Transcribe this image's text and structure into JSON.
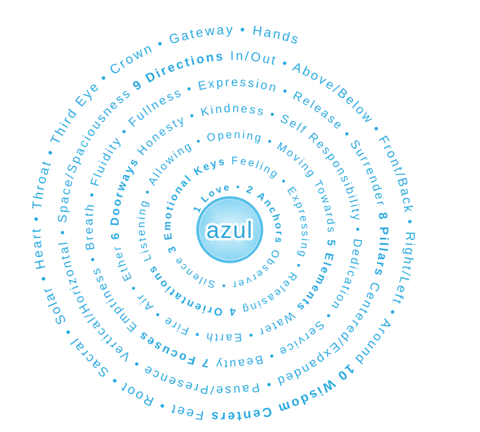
{
  "center": {
    "logo_text": "azul"
  },
  "colors": {
    "text_blue": "#29a9e0",
    "logo_blue": "#2ea6da",
    "mandala_ring": "#5bc6ee",
    "mandala_edge": "#39b3e6",
    "mandala_fill_inner": "#ffffff",
    "mandala_fill_mid": "#e9f7fd",
    "mandala_fill_outer": "#c2e9f9"
  },
  "spiral": {
    "bullet": "•",
    "segments": [
      {
        "text": "1 Love",
        "bold": true
      },
      {
        "text": " • ",
        "bold": false
      },
      {
        "text": "2 Anchors",
        "bold": true
      },
      {
        "text": " Observer • Silence ",
        "bold": false
      },
      {
        "text": "3 Emotional Keys",
        "bold": true
      },
      {
        "text": " Feeling • Expressing • Releasing ",
        "bold": false
      },
      {
        "text": "4 Orientations",
        "bold": true
      },
      {
        "text": " Listening • Allowing • Opening • Moving Towards ",
        "bold": false
      },
      {
        "text": "5 Elements",
        "bold": true
      },
      {
        "text": " Water • Earth • Fire • Air • Ether ",
        "bold": false
      },
      {
        "text": "6 Doorways",
        "bold": true
      },
      {
        "text": " Honesty • Kindness • Self Responsibility • Dedication • Service • Beauty ",
        "bold": false
      },
      {
        "text": "7 Focuses",
        "bold": true
      },
      {
        "text": " Emptiness • Breath • Fluidity • Fullness • Expression • Release • Surrender ",
        "bold": false
      },
      {
        "text": "8 Pillars",
        "bold": true
      },
      {
        "text": " Centered/Expanded • Pause/Presence • Vertical/Horizontal • Space/Spaciousness ",
        "bold": false
      },
      {
        "text": "9 Directions",
        "bold": true
      },
      {
        "text": " In/Out • Above/Below • Front/Back • Right/Left • Around ",
        "bold": false
      },
      {
        "text": "10 Wisdom Centers",
        "bold": true
      },
      {
        "text": " Feet • Root • Sacral • Solar • Heart • Throat • Third Eye • Crown • Gateway • Hands",
        "bold": false
      }
    ]
  }
}
